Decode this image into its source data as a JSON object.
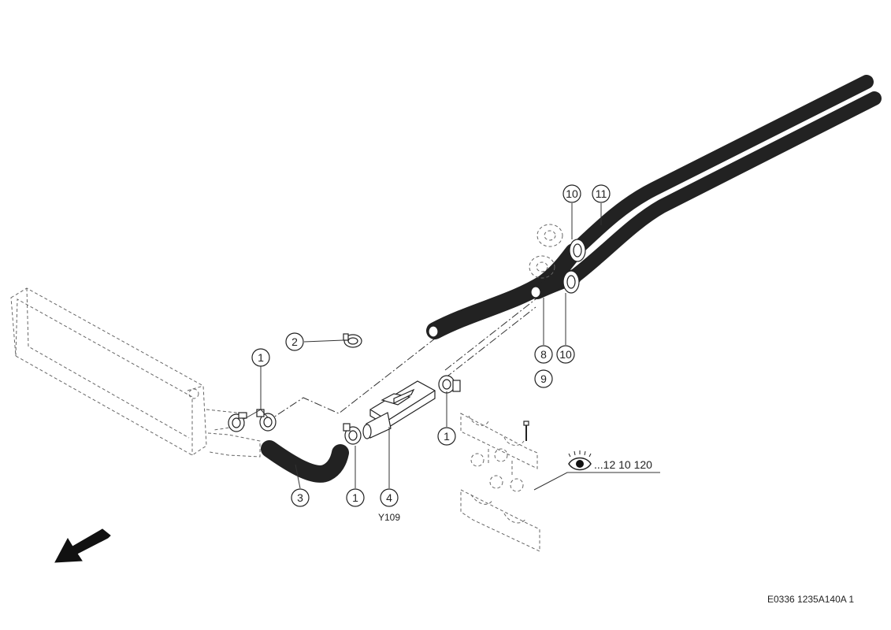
{
  "callouts": [
    {
      "id": "c1a",
      "label": "1"
    },
    {
      "id": "c2",
      "label": "2"
    },
    {
      "id": "c3",
      "label": "3"
    },
    {
      "id": "c1b",
      "label": "1"
    },
    {
      "id": "c4",
      "label": "4"
    },
    {
      "id": "c1c",
      "label": "1"
    },
    {
      "id": "c10a",
      "label": "10"
    },
    {
      "id": "c11",
      "label": "11"
    },
    {
      "id": "c8",
      "label": "8"
    },
    {
      "id": "c10b",
      "label": "10"
    },
    {
      "id": "c9",
      "label": "9"
    }
  ],
  "component_label": "Y109",
  "reference": {
    "icon": "eye-icon",
    "text": "...12 10 120"
  },
  "drawing_code": "E0336 1235A140A 1",
  "colors": {
    "hose": "#555555",
    "hose_outline": "#222222",
    "ghost": "#666666"
  }
}
